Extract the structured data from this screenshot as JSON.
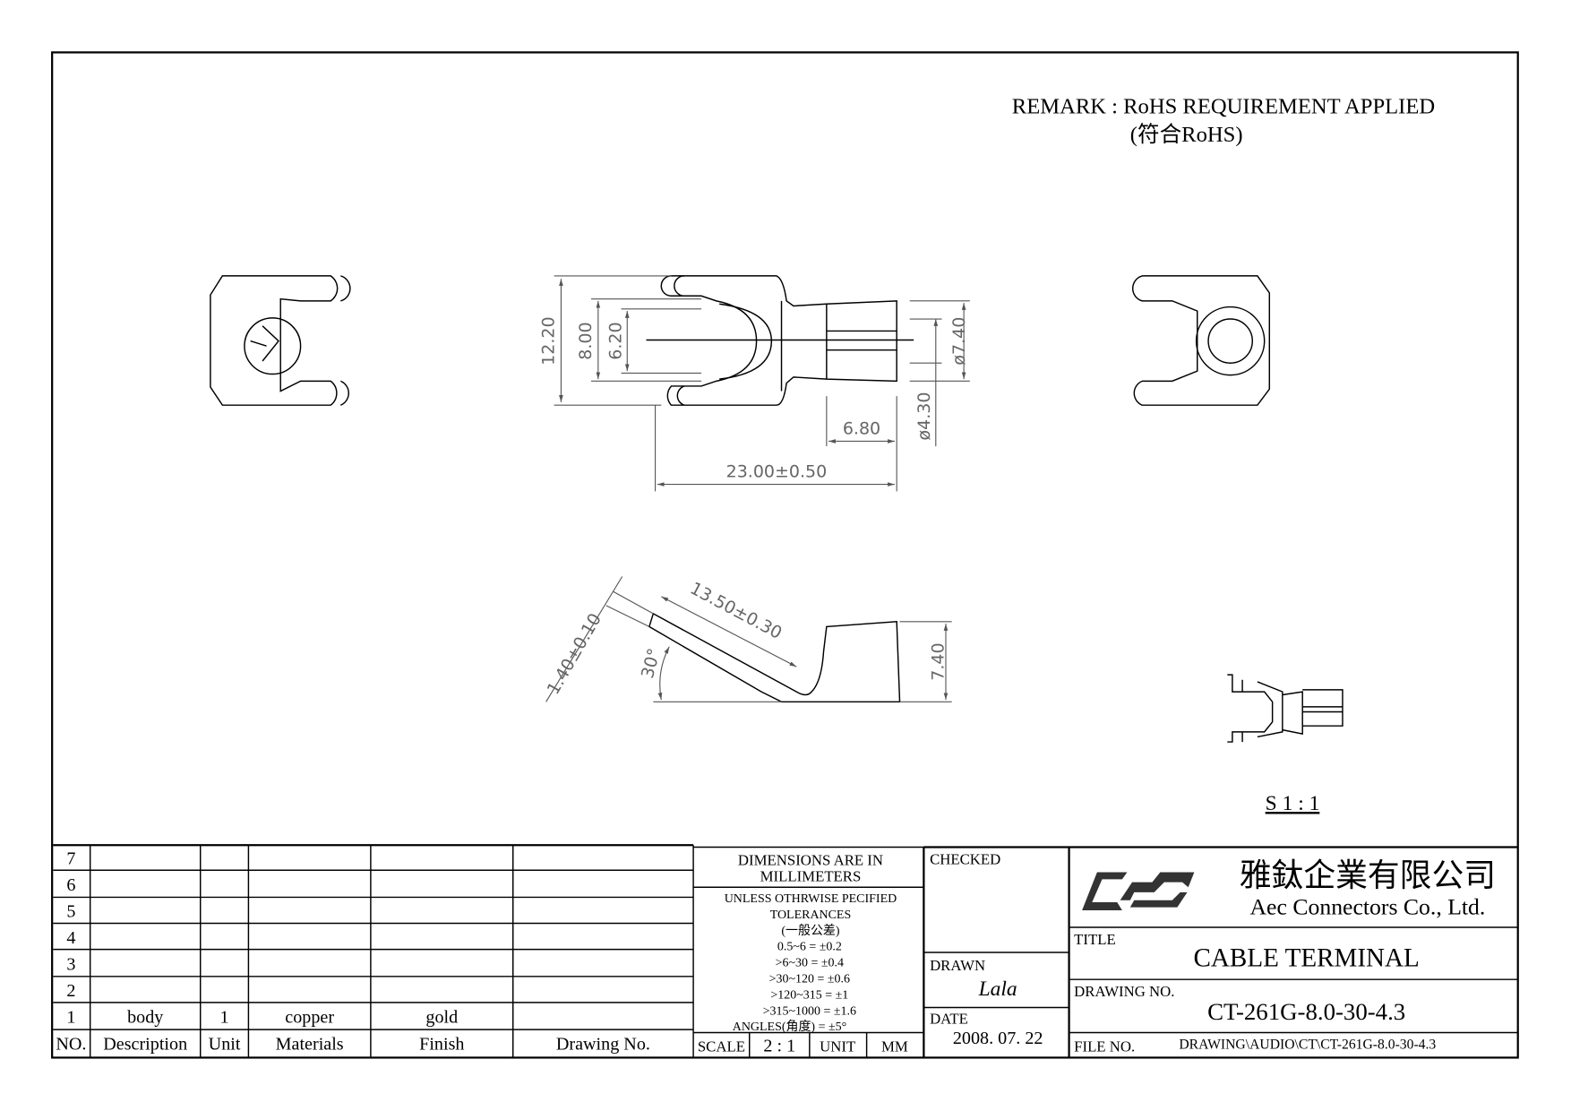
{
  "remark": {
    "line1": "REMARK : RoHS REQUIREMENT APPLIED",
    "line2": "(符合RoHS)"
  },
  "dimensions": {
    "d1": "12.20",
    "d2": "8.00",
    "d3": "6.20",
    "d4": "ø7.40",
    "d5": "ø4.30",
    "d6": "6.80",
    "d7": "23.00±0.50",
    "d8": "1.40±0.10",
    "d9": "13.50±0.30",
    "d10": "30°",
    "d11": "7.40"
  },
  "scale_note": "S 1 : 1",
  "bom": {
    "rows": [
      {
        "no": "7",
        "desc": "",
        "unit": "",
        "mat": "",
        "finish": "",
        "dwg": ""
      },
      {
        "no": "6",
        "desc": "",
        "unit": "",
        "mat": "",
        "finish": "",
        "dwg": ""
      },
      {
        "no": "5",
        "desc": "",
        "unit": "",
        "mat": "",
        "finish": "",
        "dwg": ""
      },
      {
        "no": "4",
        "desc": "",
        "unit": "",
        "mat": "",
        "finish": "",
        "dwg": ""
      },
      {
        "no": "3",
        "desc": "",
        "unit": "",
        "mat": "",
        "finish": "",
        "dwg": ""
      },
      {
        "no": "2",
        "desc": "",
        "unit": "",
        "mat": "",
        "finish": "",
        "dwg": ""
      },
      {
        "no": "1",
        "desc": "body",
        "unit": "1",
        "mat": "copper",
        "finish": "gold",
        "dwg": ""
      }
    ],
    "headers": {
      "no": "NO.",
      "desc": "Description",
      "unit": "Unit",
      "mat": "Materials",
      "finish": "Finish",
      "dwg": "Drawing No."
    }
  },
  "tolerance": {
    "dims_line1": "DIMENSIONS ARE IN",
    "dims_line2": "MILLIMETERS",
    "lines": [
      "UNLESS OTHRWISE PECIFIED",
      "TOLERANCES",
      "(一般公差)",
      "0.5~6 = ±0.2",
      ">6~30 = ±0.4",
      ">30~120 = ±0.6",
      ">120~315 = ±1",
      ">315~1000 = ±1.6",
      "ANGLES(角度) = ±5°"
    ],
    "scale_label": "SCALE",
    "scale_value": "2 : 1",
    "unit_label": "UNIT",
    "unit_value": "MM"
  },
  "approval": {
    "checked_label": "CHECKED",
    "drawn_label": "DRAWN",
    "drawn_value": "Lala",
    "date_label": "DATE",
    "date_value": "2008. 07. 22"
  },
  "company": {
    "name_cn": "雅鈦企業有限公司",
    "name_en": "Aec Connectors Co., Ltd."
  },
  "title_label": "TITLE",
  "title_value": "CABLE TERMINAL",
  "drawing_no_label": "DRAWING NO.",
  "drawing_no_value": "CT-261G-8.0-30-4.3",
  "file_no_label": "FILE NO.",
  "file_no_value": "DRAWING\\AUDIO\\CT\\CT-261G-8.0-30-4.3"
}
